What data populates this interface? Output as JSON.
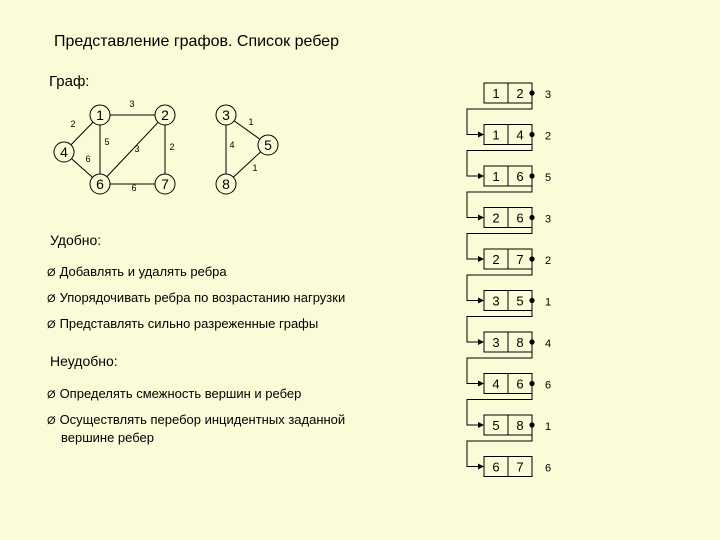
{
  "title": "Представление графов. Список ребер",
  "graph_label": "Граф:",
  "graph": {
    "nodes": [
      {
        "id": "1",
        "label": "1"
      },
      {
        "id": "2",
        "label": "2"
      },
      {
        "id": "3",
        "label": "3"
      },
      {
        "id": "4",
        "label": "4"
      },
      {
        "id": "5",
        "label": "5"
      },
      {
        "id": "6",
        "label": "6"
      },
      {
        "id": "7",
        "label": "7"
      },
      {
        "id": "8",
        "label": "8"
      }
    ],
    "edges": [
      {
        "from": "1",
        "to": "2",
        "weight": "3"
      },
      {
        "from": "1",
        "to": "4",
        "weight": "2"
      },
      {
        "from": "1",
        "to": "6",
        "weight": "5"
      },
      {
        "from": "2",
        "to": "6",
        "weight": "3"
      },
      {
        "from": "2",
        "to": "7",
        "weight": "2"
      },
      {
        "from": "3",
        "to": "5",
        "weight": "1"
      },
      {
        "from": "3",
        "to": "8",
        "weight": "4"
      },
      {
        "from": "4",
        "to": "6",
        "weight": "6"
      },
      {
        "from": "6",
        "to": "7",
        "weight": "6"
      },
      {
        "from": "5",
        "to": "8",
        "weight": "1"
      }
    ]
  },
  "pros_title": "Удобно:",
  "pros": [
    "Добавлять и удалять ребра",
    "Упорядочивать ребра по возрастанию нагрузки",
    "Представлять сильно разреженные графы"
  ],
  "cons_title": "Неудобно:",
  "cons": [
    "Определять смежность вершин и ребер",
    "Осуществлять перебор инцидентных заданной",
    "вершине ребер"
  ],
  "edge_list": [
    {
      "a": "1",
      "b": "2",
      "w": "3"
    },
    {
      "a": "1",
      "b": "4",
      "w": "2"
    },
    {
      "a": "1",
      "b": "6",
      "w": "5"
    },
    {
      "a": "2",
      "b": "6",
      "w": "3"
    },
    {
      "a": "2",
      "b": "7",
      "w": "2"
    },
    {
      "a": "3",
      "b": "5",
      "w": "1"
    },
    {
      "a": "3",
      "b": "8",
      "w": "4"
    },
    {
      "a": "4",
      "b": "6",
      "w": "6"
    },
    {
      "a": "5",
      "b": "8",
      "w": "1"
    },
    {
      "a": "6",
      "b": "7",
      "w": "6"
    }
  ],
  "bullet_glyph": "Ø"
}
